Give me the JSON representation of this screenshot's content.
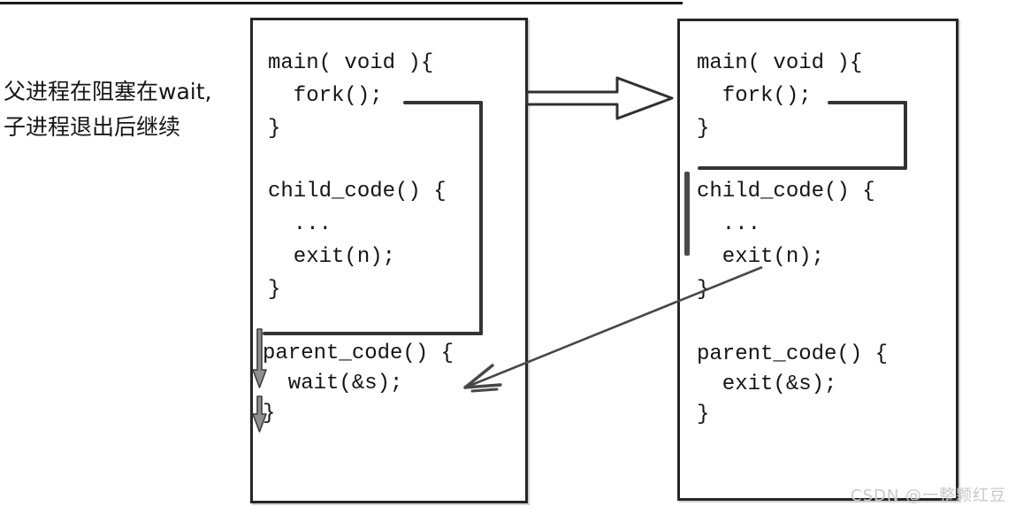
{
  "annotation": {
    "line1": "父进程在阻塞在wait,",
    "line2": "子进程退出后继续"
  },
  "left_box": {
    "main_block": "main( void ){\n  fork();\n}",
    "child_block": "child_code() {\n  ...\n  exit(n);\n}",
    "parent_block": "parent_code() {\n  wait(&s);\n}"
  },
  "right_box": {
    "main_block": "main( void ){\n  fork();\n}",
    "child_block": "child_code() {\n  ...\n  exit(n);\n}",
    "parent_block": "parent_code() {\n  exit(&s);\n}"
  },
  "watermark": "CSDN @一整颗红豆",
  "icons": {
    "copy_arrow": "right-block-arrow",
    "exit_to_wait_arrow": "diagonal-line-arrow",
    "flow_arrows": "down-arrows"
  },
  "colors": {
    "ink": "#141414",
    "line": "#343434",
    "watermark": "#c6c9cb"
  }
}
